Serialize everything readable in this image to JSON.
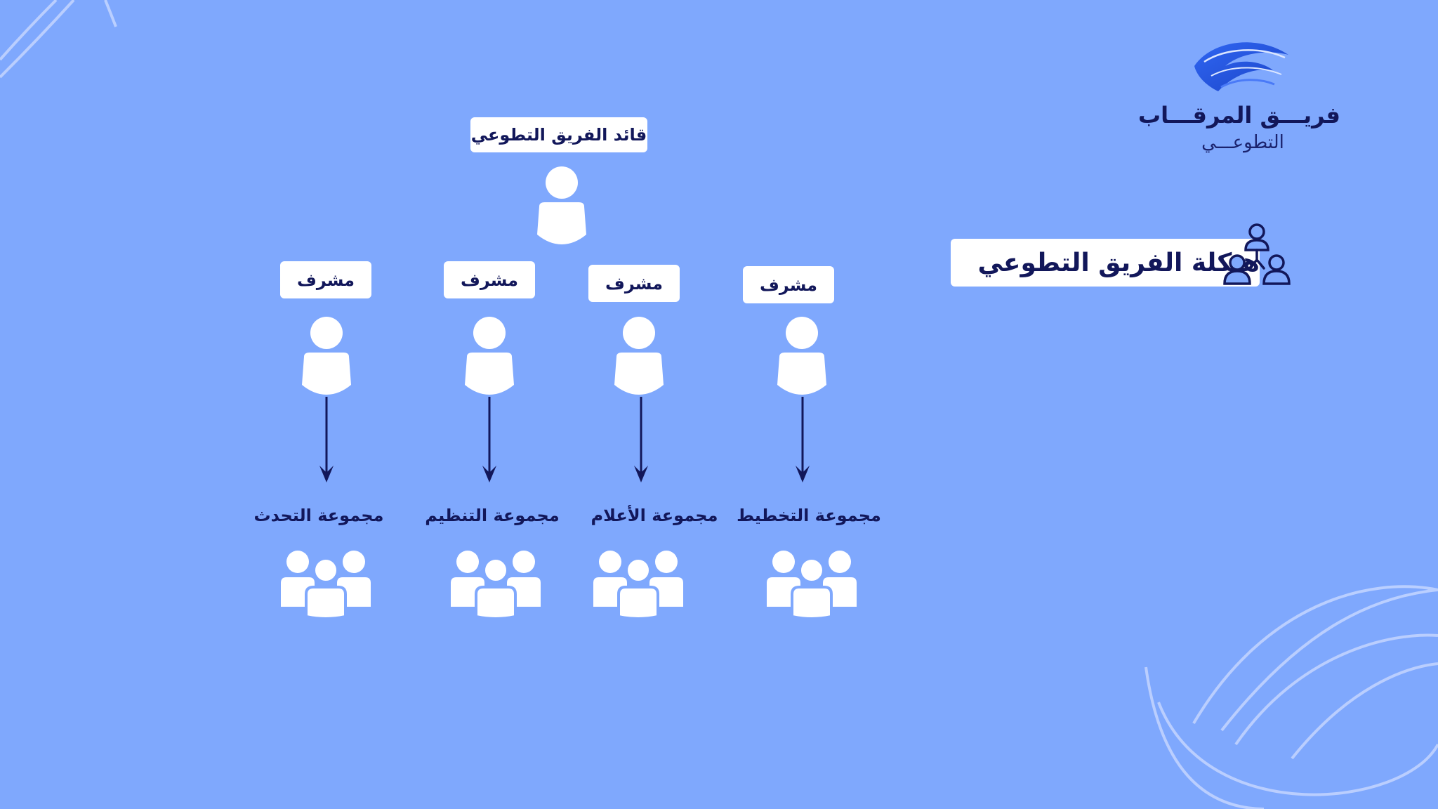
{
  "logo": {
    "title": "فريـــق المرقـــاب",
    "subtitle": "التطوعـــي"
  },
  "section_title": "هيكلة الفريق التطوعي",
  "leader": {
    "label": "قائد الفريق التطوعي"
  },
  "branches": [
    {
      "supervisor": "مشرف",
      "group": "مجموعة التحدث"
    },
    {
      "supervisor": "مشرف",
      "group": "مجموعة التنظيم"
    },
    {
      "supervisor": "مشرف",
      "group": "مجموعة الأعلام"
    },
    {
      "supervisor": "مشرف",
      "group": "مجموعة التخطيط"
    }
  ],
  "colors": {
    "background": "#7fa8fd",
    "text": "#12175a",
    "box": "#ffffff",
    "icon": "#ffffff",
    "arrow": "#12175a"
  },
  "icons": [
    "logo-hands-icon",
    "org-structure-icon",
    "person-icon",
    "group-icon"
  ]
}
